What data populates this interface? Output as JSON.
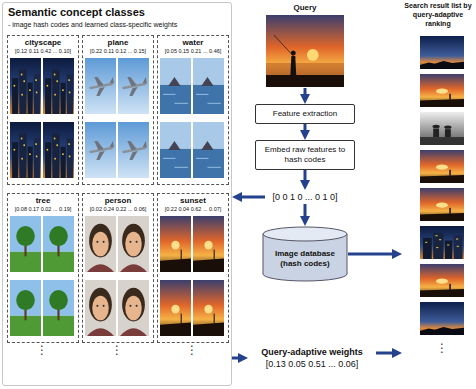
{
  "diagram": {
    "nodes": [
      {
        "text": [
          "Semantic concept classes",
          "- image hash codes and learned class-specific weights"
        ]
      },
      {
        "text": [
          "cityscape",
          "[0.12 0.11 0.42 ... 0.10]"
        ],
        "in": 0
      },
      {
        "text": [
          "plane",
          "[0.22 0.11 0.12 ... 0.15]"
        ],
        "in": 0
      },
      {
        "text": [
          "water",
          "[0.05 0.15 0.21 ... 0.46]"
        ],
        "in": 0
      },
      {
        "text": [
          "tree",
          "[0.08 0.17 0.02 ... 0.19]"
        ],
        "in": 0
      },
      {
        "text": [
          "person",
          "[0.02 0.24 0.22 ... 0.06]"
        ],
        "in": 0
      },
      {
        "text": [
          "sunset",
          "[0.22 0.04 0.62 ... 0.07]"
        ],
        "in": 0
      },
      {
        "text": [
          "Query"
        ]
      },
      {
        "text": [
          "Feature extraction"
        ]
      },
      {
        "text": [
          "Embed raw features to hash codes"
        ]
      },
      {
        "text": [
          "[0 0 1 0 ... 0 1 0]"
        ]
      },
      {
        "text": [
          "Image database (hash codes)"
        ]
      },
      {
        "text": [
          "Query-adaptive weights",
          "[0.13 0.05 0.51 ... 0.06]"
        ]
      },
      {
        "text": [
          "Search result list by query-adaptive ranking"
        ]
      }
    ],
    "edges": [
      {
        "from": 7,
        "to": 8,
        "arrow": "to"
      },
      {
        "from": 8,
        "to": 9,
        "arrow": "to"
      },
      {
        "from": 9,
        "to": 10,
        "arrow": "to"
      },
      {
        "from": 10,
        "to": 11,
        "arrow": "to"
      },
      {
        "from": 10,
        "to": 0,
        "arrow": "to"
      },
      {
        "from": 0,
        "to": 12,
        "arrow": "to"
      },
      {
        "from": 11,
        "to": 13,
        "arrow": "to"
      },
      {
        "from": 12,
        "to": 13,
        "arrow": "to"
      }
    ],
    "labels": [
      "⋮",
      "⋮",
      "⋮",
      "⋮"
    ]
  }
}
